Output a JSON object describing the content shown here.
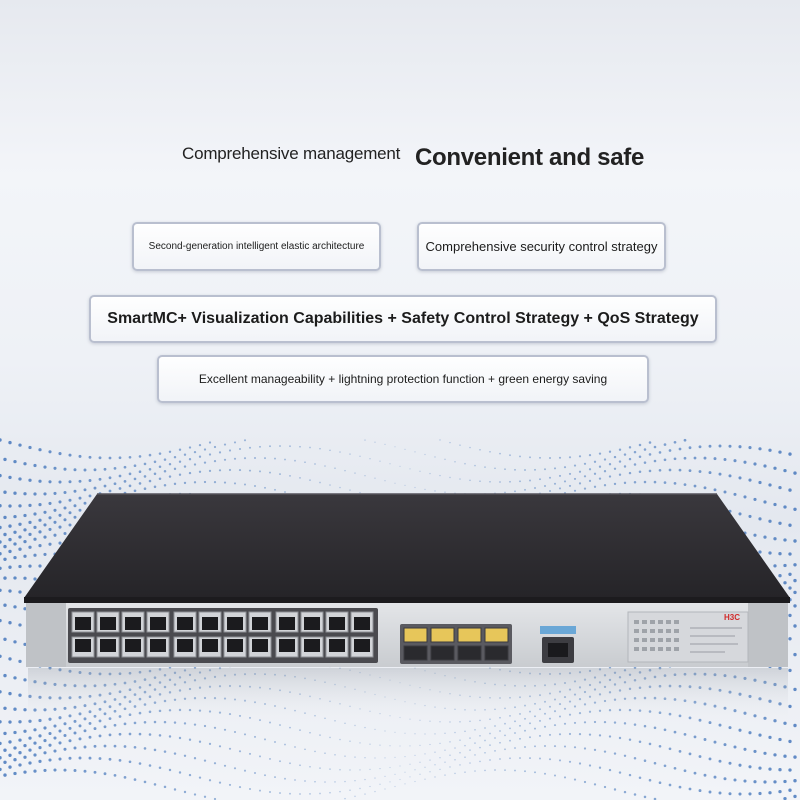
{
  "headline": {
    "left": "Comprehensive management",
    "right": "Convenient and safe"
  },
  "features": [
    "Second-generation intelligent elastic architecture",
    "Comprehensive security control strategy",
    "SmartMC+ Visualization Capabilities + Safety Control Strategy + QoS Strategy",
    "Excellent manageability + lightning protection function + green energy saving"
  ],
  "switch": {
    "brand_logo": "H3C",
    "rj45_ports": 24,
    "sfp_ports": 4,
    "console_ports": 1
  },
  "colors": {
    "chassis_top": "#2e2d31",
    "front_panel": "#d9dbde",
    "dot_pattern": "#3a6fb8",
    "logo": "#d12a2a"
  }
}
